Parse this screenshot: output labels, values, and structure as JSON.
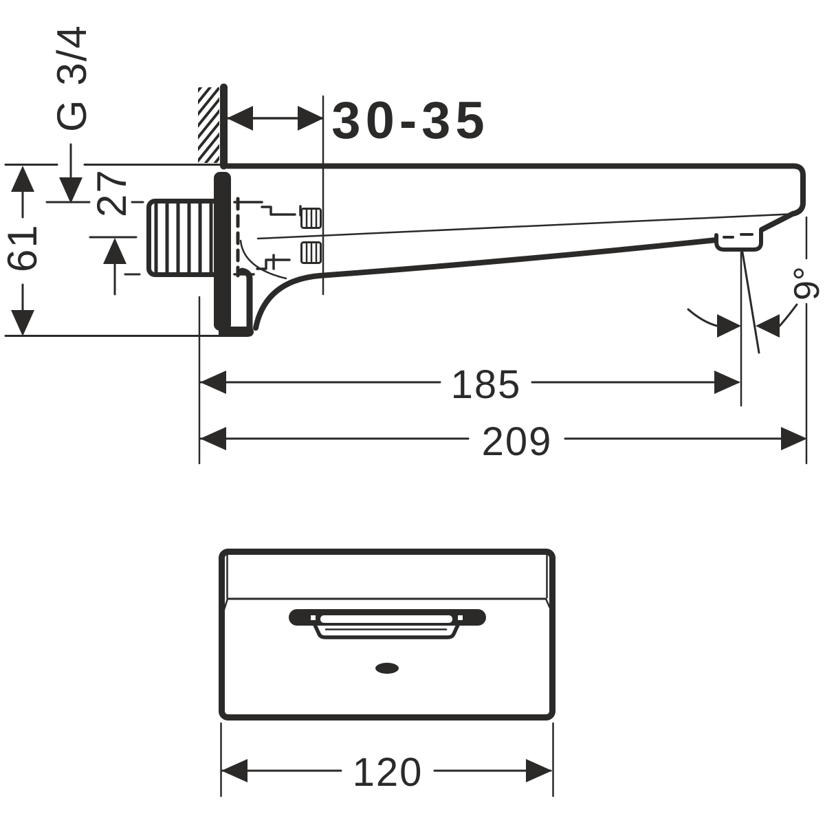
{
  "colors": {
    "ink": "#2b2a29",
    "background": "#ffffff"
  },
  "side_view": {
    "thread_label": "G 3/4",
    "dim_wall_depth": "30-35",
    "dim_vertical_offset": "27",
    "dim_height": "61",
    "dim_reach_to_aerator": "185",
    "dim_total_length": "209",
    "angle": "9°"
  },
  "bottom_view": {
    "dim_width": "120"
  }
}
